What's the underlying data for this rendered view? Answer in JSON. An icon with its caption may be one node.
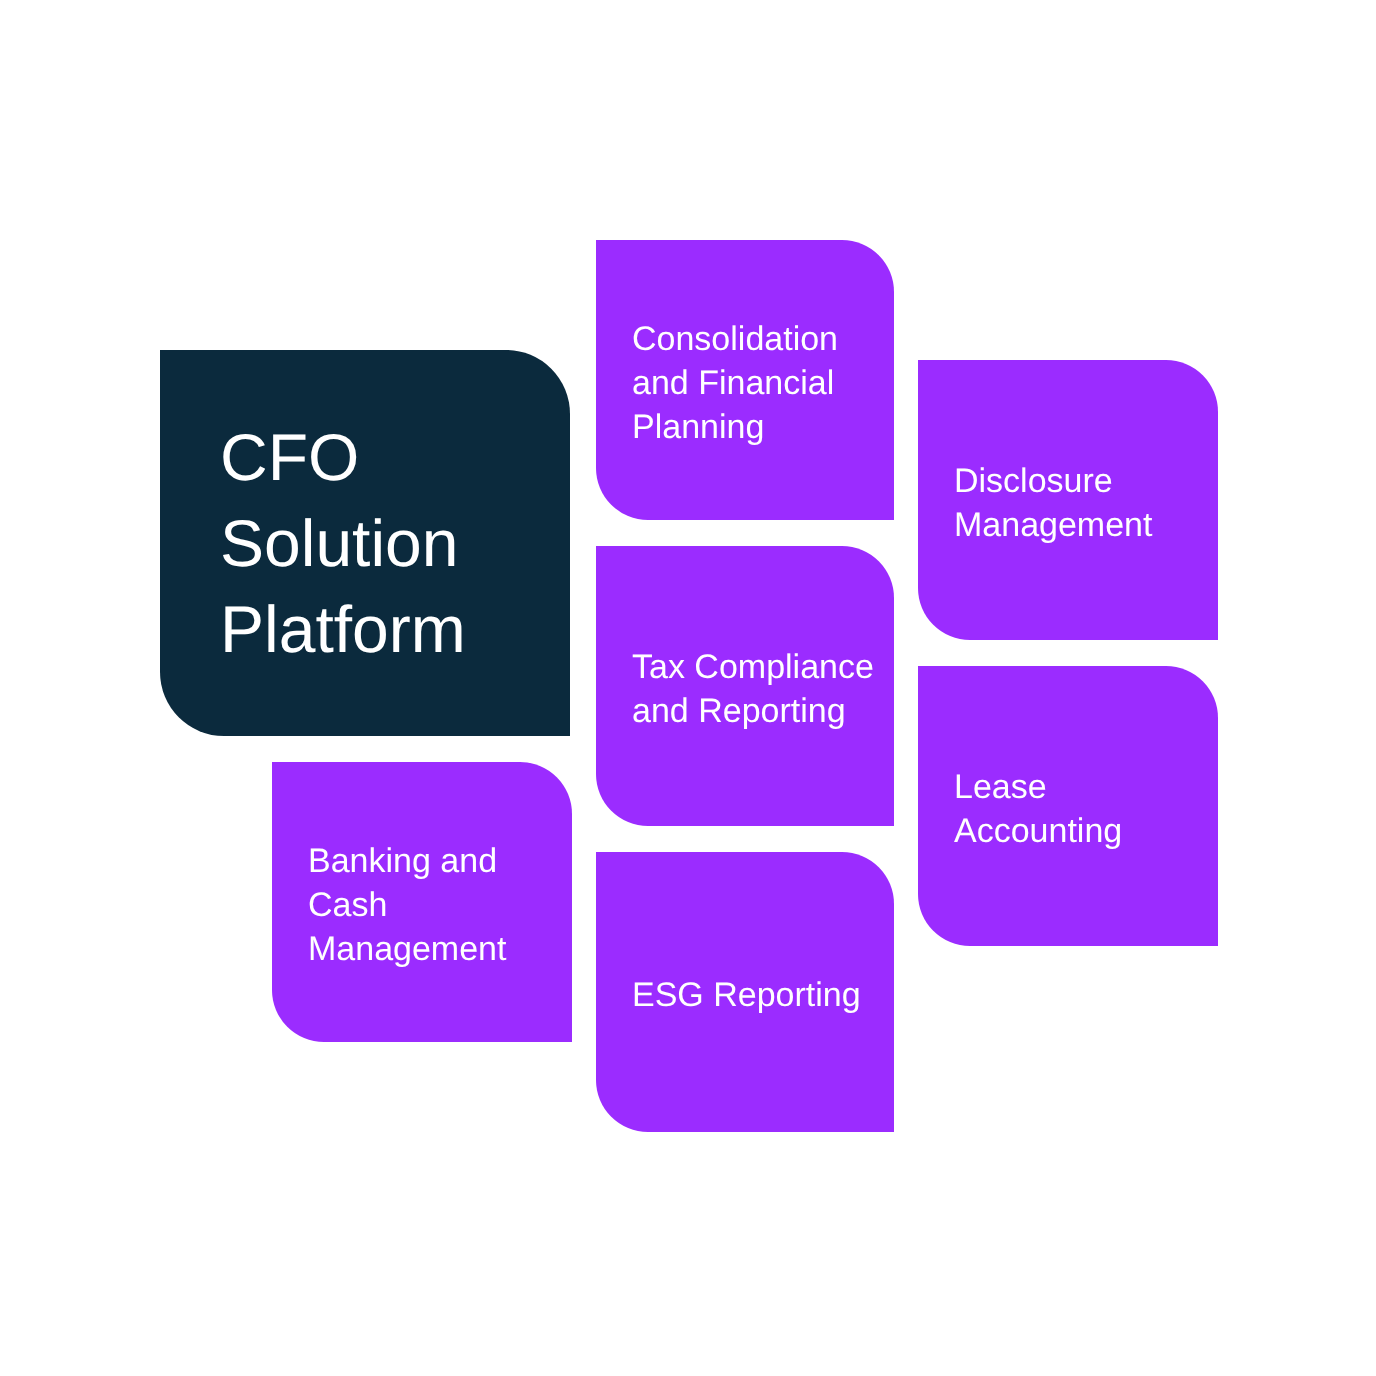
{
  "diagram": {
    "nodes": [
      {
        "text": [
          "CFO Solution Platform"
        ]
      },
      {
        "text": [
          "Consolidation and Financial Planning"
        ]
      },
      {
        "text": [
          "Disclosure Management"
        ]
      },
      {
        "text": [
          "Tax Compliance and Reporting"
        ]
      },
      {
        "text": [
          "Lease Accounting"
        ]
      },
      {
        "text": [
          "Banking and Cash Management"
        ]
      },
      {
        "text": [
          "ESG Reporting"
        ]
      }
    ]
  }
}
